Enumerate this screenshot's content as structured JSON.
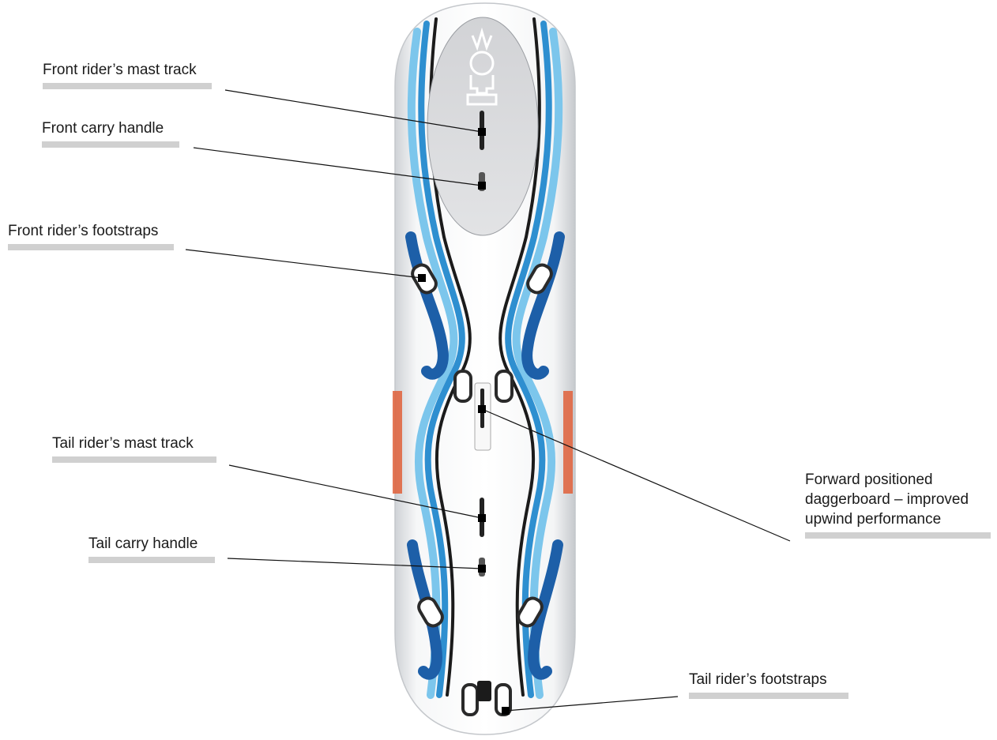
{
  "labels": {
    "front_mast_track": "Front rider’s mast track",
    "front_carry_handle": "Front carry handle",
    "front_footstraps": "Front rider’s footstraps",
    "tail_mast_track": "Tail rider’s mast track",
    "tail_carry_handle": "Tail carry handle",
    "daggerboard_line1": "Forward positioned",
    "daggerboard_line2": "daggerboard – improved",
    "daggerboard_line3": "upwind performance",
    "tail_footstraps": "Tail rider’s footstraps"
  },
  "colors": {
    "board_white": "#f4f5f6",
    "deck_grey": "#dcdcde",
    "stripe_blue_dark": "#1d5fa8",
    "stripe_blue_mid": "#2e8fd0",
    "stripe_blue_light": "#7cc6ec",
    "stripe_black": "#1b1b1b",
    "label_bar": "#d0d0d0",
    "brand_orange": "#e0603a"
  }
}
